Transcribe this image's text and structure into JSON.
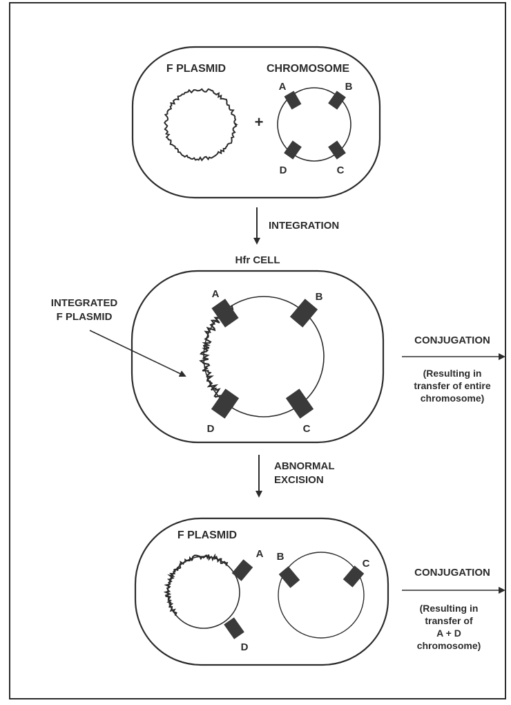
{
  "panel1": {
    "f_plasmid_label": "F PLASMID",
    "chromosome_label": "CHROMOSOME",
    "plus_sign": "+",
    "genes": {
      "a": "A",
      "b": "B",
      "c": "C",
      "d": "D"
    }
  },
  "step1": {
    "arrow_label": "INTEGRATION",
    "result_label": "Hfr CELL"
  },
  "panel2": {
    "callout_line1": "INTEGRATED",
    "callout_line2": "F PLASMID",
    "genes": {
      "a": "A",
      "b": "B",
      "c": "C",
      "d": "D"
    },
    "conjugation_label": "CONJUGATION",
    "result_lines": [
      "(Resulting in",
      "transfer of entire",
      "chromosome)"
    ]
  },
  "step2": {
    "arrow_line1": "ABNORMAL",
    "arrow_line2": "EXCISION"
  },
  "panel3": {
    "f_plasmid_label": "F PLASMID",
    "genes": {
      "a": "A",
      "b": "B",
      "c": "C",
      "d": "D"
    },
    "conjugation_label": "CONJUGATION",
    "result_lines": [
      "(Resulting in",
      "transfer of",
      "A + D",
      "chromosome)"
    ]
  },
  "colors": {
    "ink": "#2b2b2b",
    "gene_block": "#3a3a3a",
    "background": "#ffffff"
  }
}
